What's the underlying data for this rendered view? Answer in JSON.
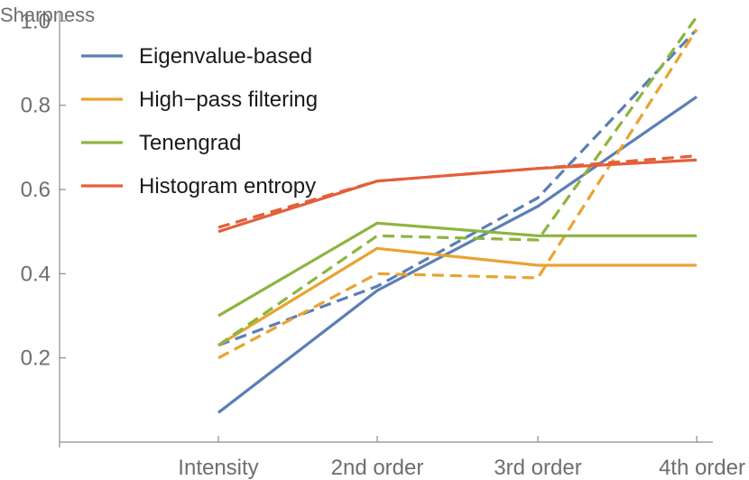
{
  "chart_data": {
    "type": "line",
    "title": "",
    "xlabel": "",
    "ylabel": "Sharpness",
    "categories": [
      "Intensity",
      "2nd order",
      "3rd order",
      "4th order"
    ],
    "ylim": [
      0,
      1.02
    ],
    "yticks": [
      "0.2",
      "0.4",
      "0.6",
      "0.8",
      "1.0"
    ],
    "grid": false,
    "legend_position": "top-left",
    "series": [
      {
        "name": "Eigenvalue-based",
        "color": "#5b7fb5",
        "style": "solid",
        "values": [
          0.07,
          0.36,
          0.56,
          0.82
        ]
      },
      {
        "name": "Eigenvalue-based",
        "color": "#5b7fb5",
        "style": "dashed",
        "values": [
          0.23,
          0.37,
          0.58,
          0.98
        ]
      },
      {
        "name": "High-pass filtering",
        "color": "#e8a430",
        "style": "solid",
        "values": [
          0.23,
          0.46,
          0.42,
          0.42
        ]
      },
      {
        "name": "High-pass filtering",
        "color": "#e8a430",
        "style": "dashed",
        "values": [
          0.2,
          0.4,
          0.39,
          0.98
        ]
      },
      {
        "name": "Tenengrad",
        "color": "#8db53e",
        "style": "solid",
        "values": [
          0.3,
          0.52,
          0.49,
          0.49
        ]
      },
      {
        "name": "Tenengrad",
        "color": "#8db53e",
        "style": "dashed",
        "values": [
          0.23,
          0.49,
          0.48,
          1.01
        ]
      },
      {
        "name": "Histogram entropy",
        "color": "#e35f3a",
        "style": "solid",
        "values": [
          0.5,
          0.62,
          0.65,
          0.67
        ]
      },
      {
        "name": "Histogram entropy",
        "color": "#e35f3a",
        "style": "dashed",
        "values": [
          0.51,
          0.62,
          0.65,
          0.68
        ]
      }
    ],
    "legend": [
      {
        "label": "Eigenvalue-based",
        "color": "#5b7fb5"
      },
      {
        "label": "High−pass filtering",
        "color": "#e8a430"
      },
      {
        "label": "Tenengrad",
        "color": "#8db53e"
      },
      {
        "label": "Histogram entropy",
        "color": "#e35f3a"
      }
    ]
  }
}
